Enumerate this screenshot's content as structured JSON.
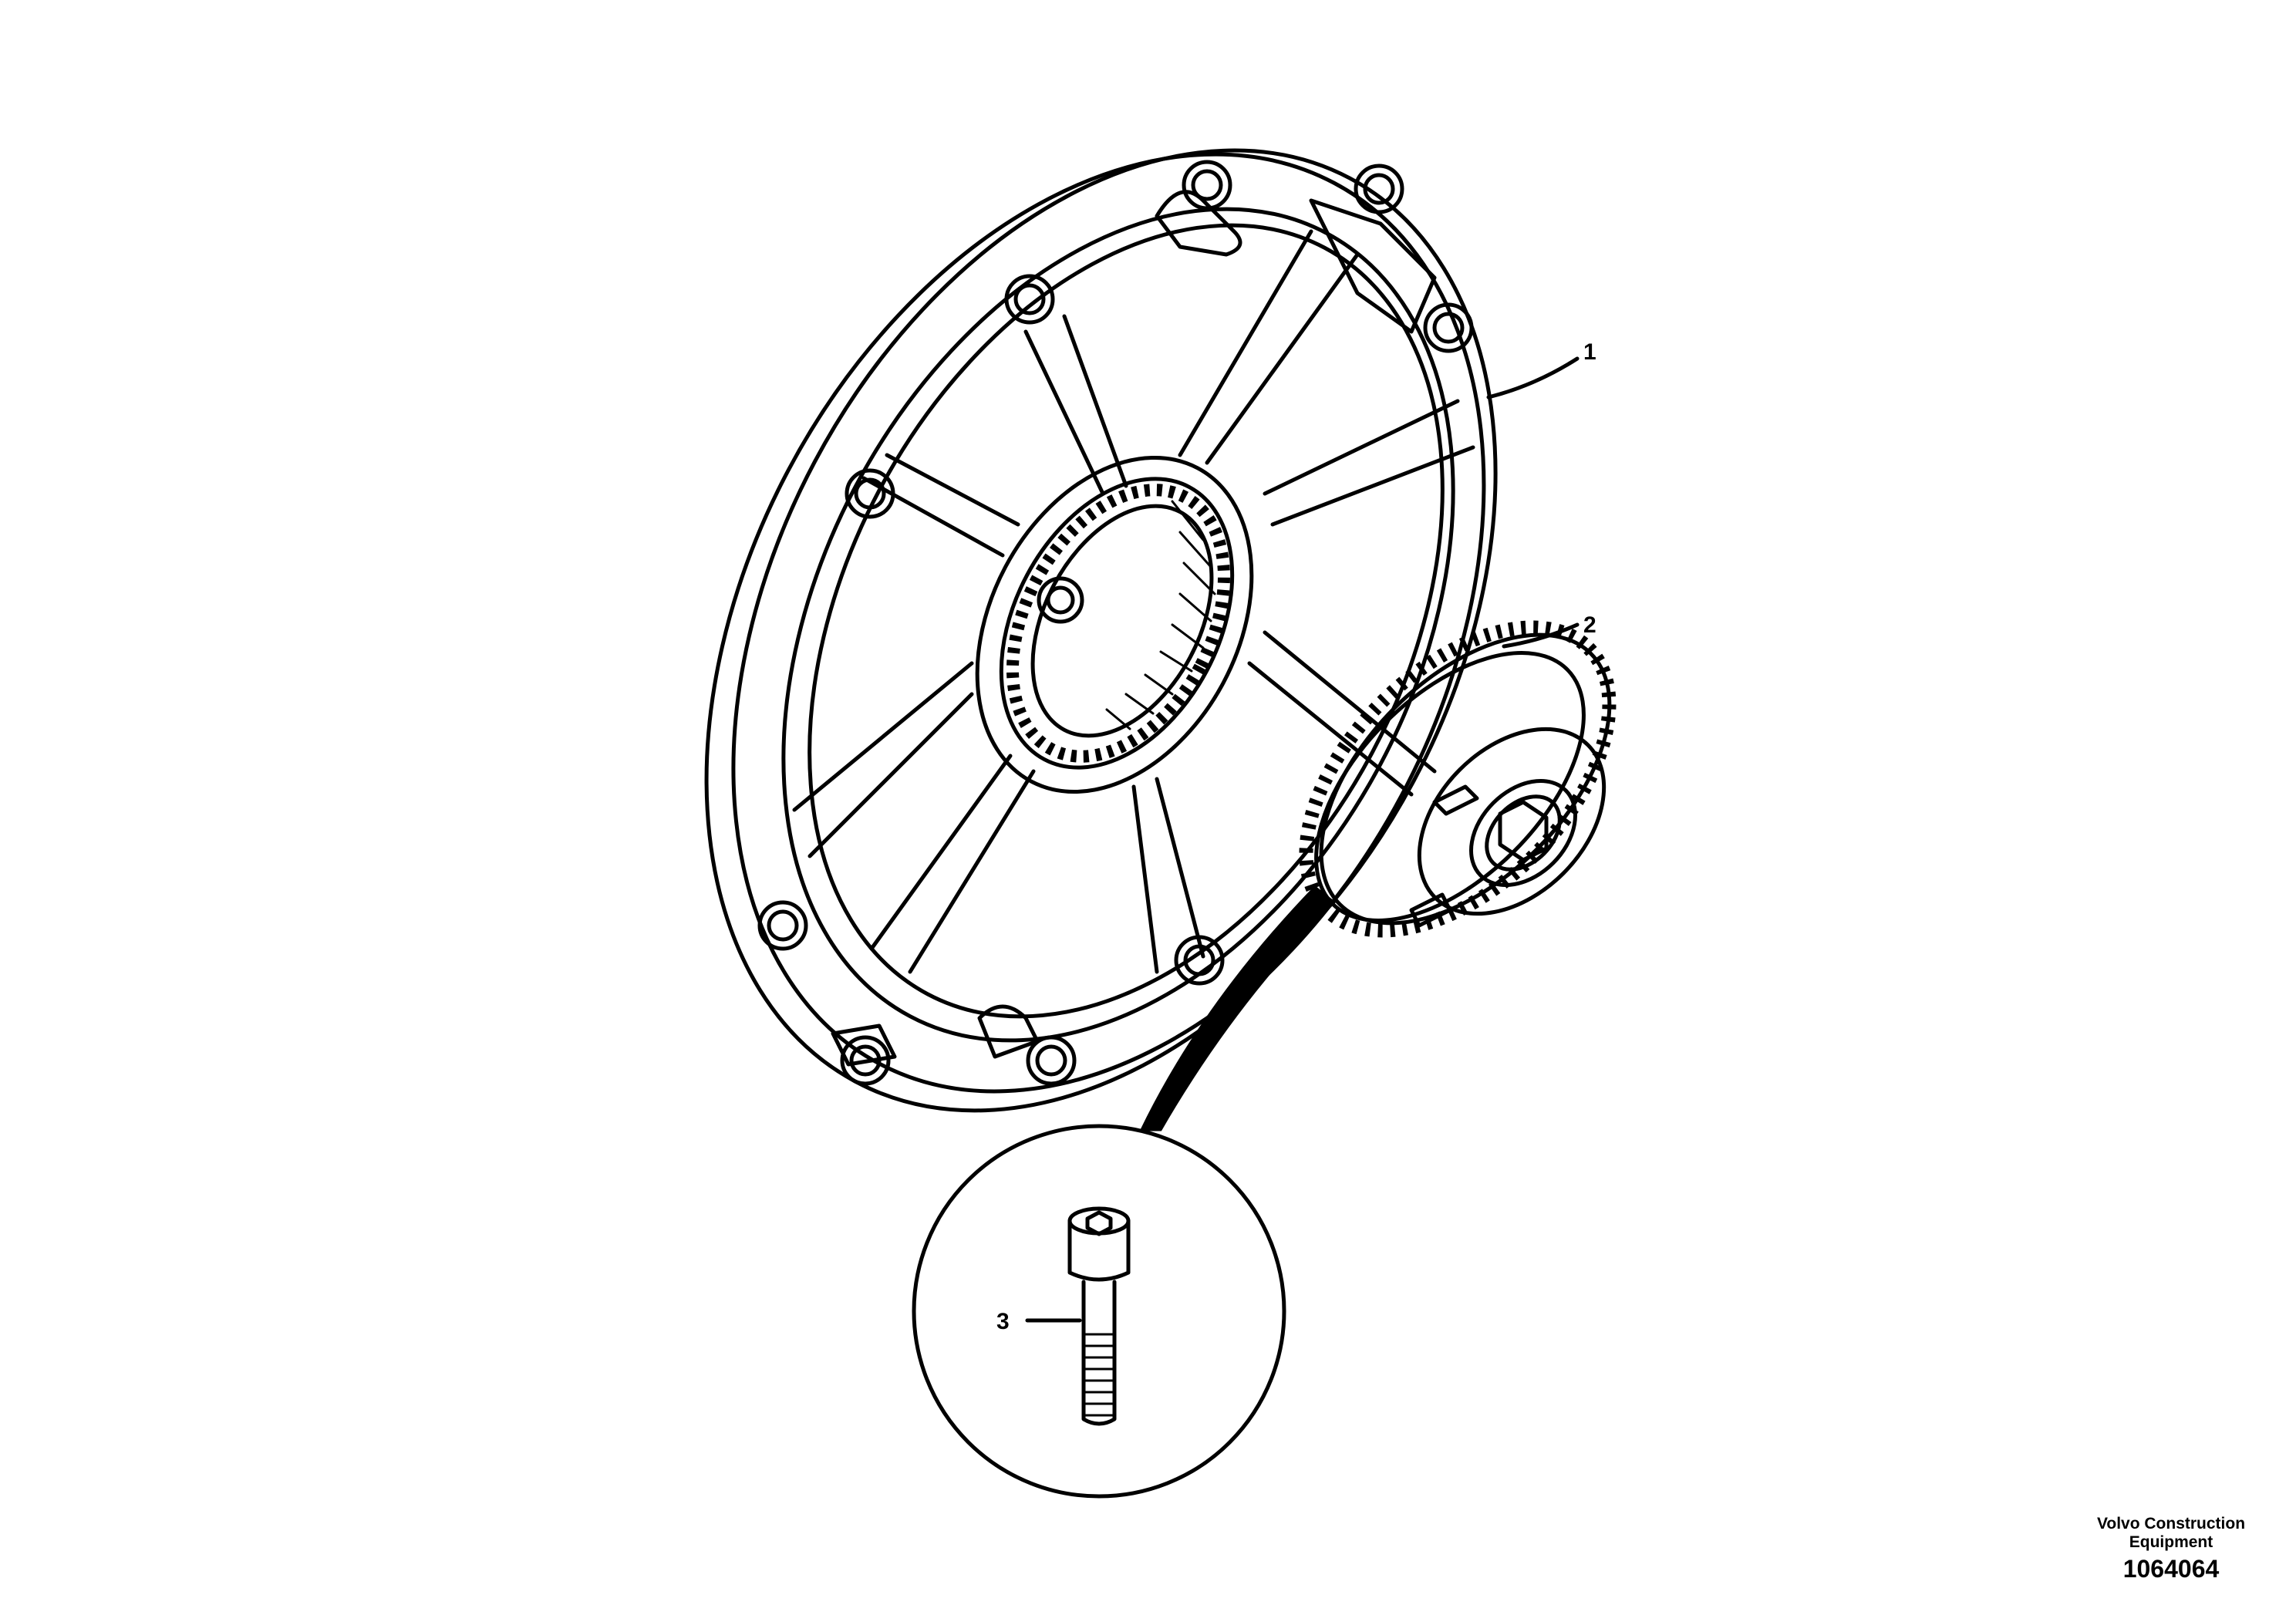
{
  "callouts": [
    {
      "number": "1"
    },
    {
      "number": "2"
    },
    {
      "number": "3"
    }
  ],
  "footer": {
    "company_line1": "Volvo Construction",
    "company_line2": "Equipment",
    "document_number": "1064064"
  }
}
